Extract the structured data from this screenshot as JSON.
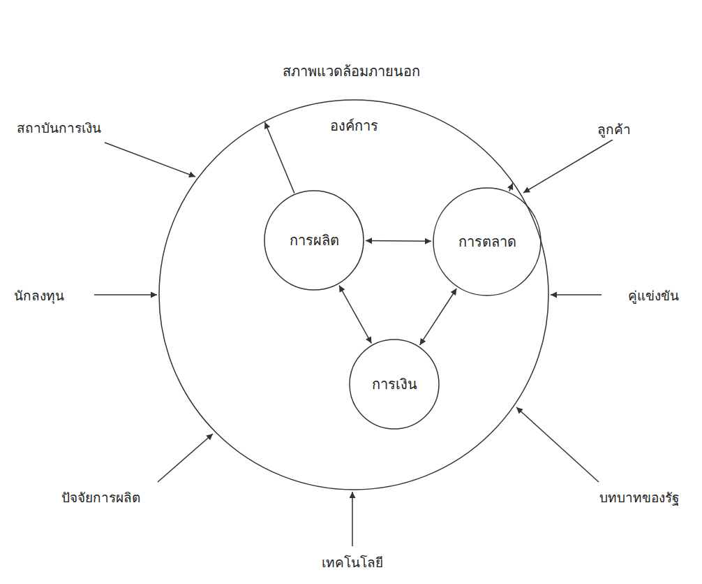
{
  "diagram": {
    "title": "สภาพแวดล้อมภายนอก",
    "nodes": [
      {
        "text": [
          "องค์การ"
        ]
      },
      {
        "text": [
          "การผลิต"
        ],
        "in": 0
      },
      {
        "text": [
          "การตลาด"
        ],
        "in": 0
      },
      {
        "text": [
          "การเงิน"
        ],
        "in": 0
      }
    ],
    "edges": [
      {
        "from": 1,
        "to": 2,
        "arrow": "both"
      },
      {
        "from": 1,
        "to": 3,
        "arrow": "both"
      },
      {
        "from": 2,
        "to": 3,
        "arrow": "both"
      },
      {
        "from": 1,
        "to": 0,
        "arrow": "to"
      },
      {
        "from": 2,
        "to": 0,
        "arrow": "to"
      }
    ],
    "labels": [
      "สถาบันการเงิน",
      "ลูกค้า",
      "นักลงทุน",
      "คู่แข่งขัน",
      "ปัจจัยการผลิต",
      "บทบาทของรัฐ",
      "เทคโนโลยี"
    ]
  }
}
